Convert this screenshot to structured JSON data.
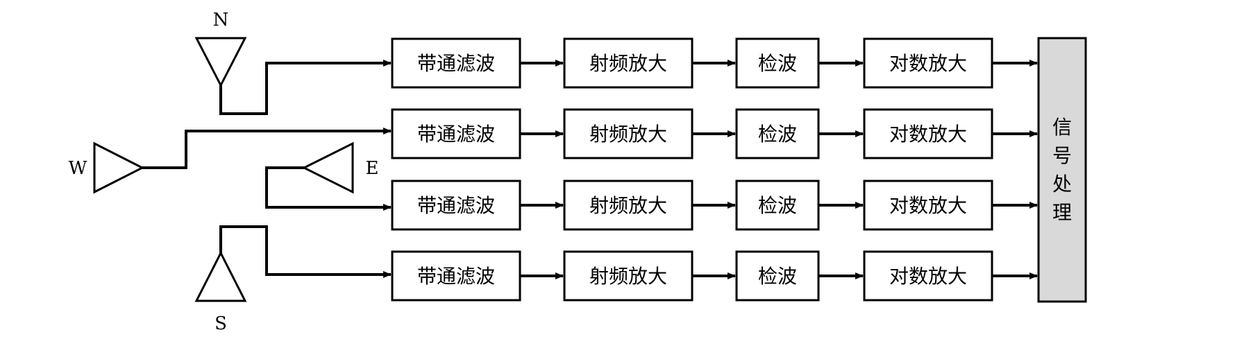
{
  "antennas": {
    "north": "N",
    "west": "W",
    "east": "E",
    "south": "S"
  },
  "stages": {
    "bandpass": "带通滤波",
    "rf_amp": "射频放大",
    "detect": "检波",
    "log_amp": "对数放大"
  },
  "processor": [
    "信",
    "号",
    "处",
    "理"
  ],
  "colors": {
    "line": "#000000",
    "processor_fill": "#d9d9d9",
    "box_fill": "#ffffff"
  }
}
